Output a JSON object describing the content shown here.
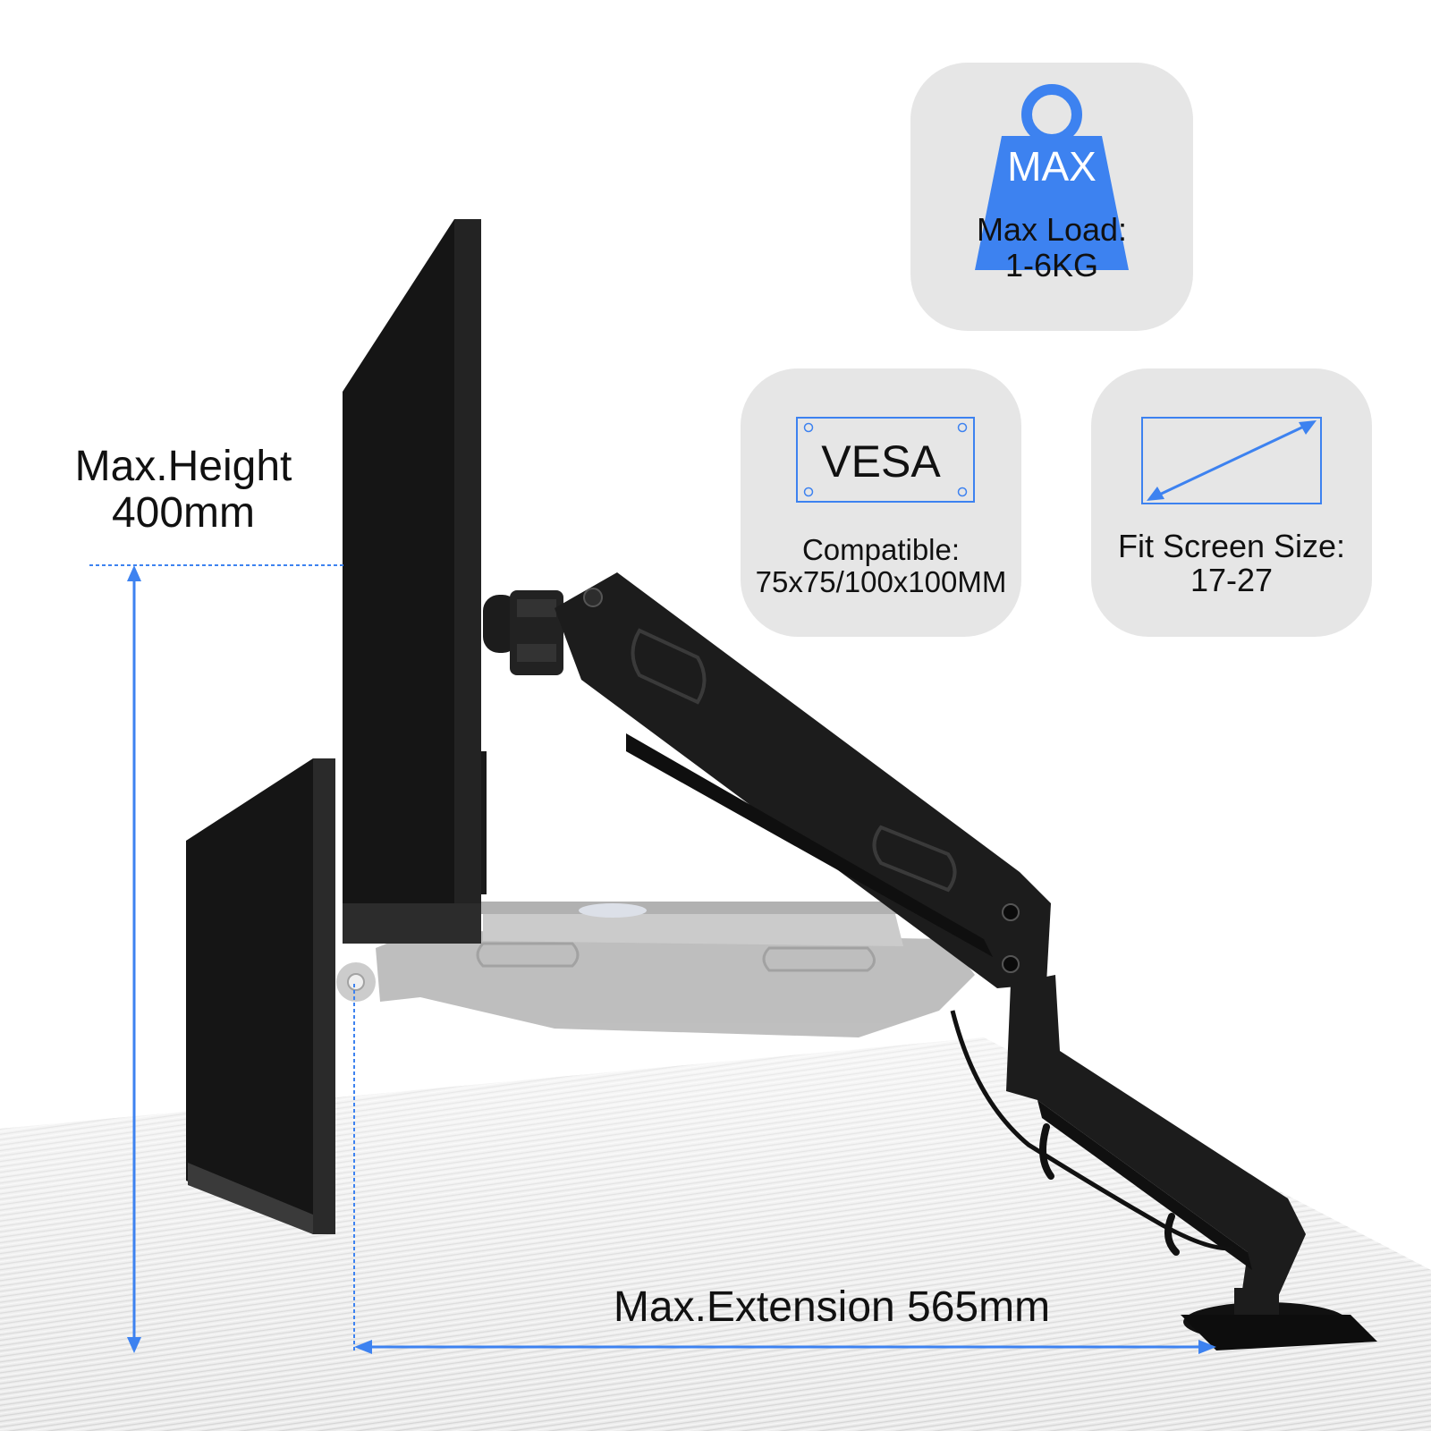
{
  "height_label": {
    "line1": "Max.Height",
    "line2": "400mm"
  },
  "extension_label": "Max.Extension 565mm",
  "cards": {
    "max_load": {
      "badge": "MAX",
      "line1": "Max Load:",
      "line2": "1-6KG"
    },
    "vesa": {
      "badge": "VESA",
      "line1": "Compatible:",
      "line2": "75x75/100x100MM"
    },
    "screen_size": {
      "line1": "Fit Screen Size:",
      "line2": "17-27"
    }
  },
  "colors": {
    "accent_blue": "#3d82f0",
    "card_bg": "#e6e6e6",
    "monitor": "#151515",
    "arm": "#1c1c1c",
    "ghost_arm": "#b8b8b8",
    "desk": "#e9e9e9"
  },
  "icons": [
    "weight-icon",
    "vesa-plate-icon",
    "screen-diagonal-icon"
  ]
}
